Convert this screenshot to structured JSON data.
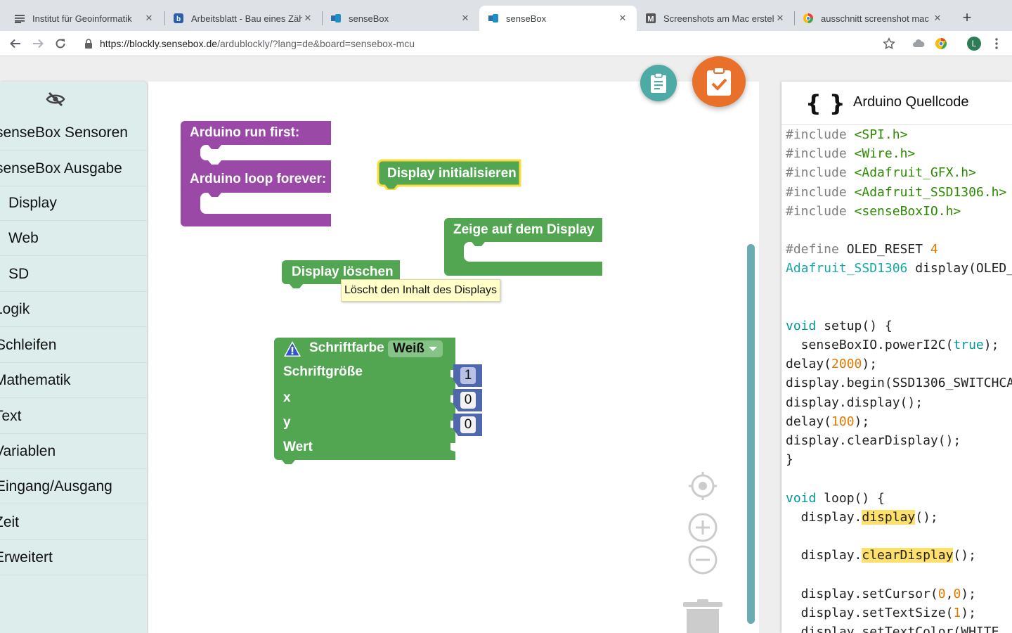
{
  "browser": {
    "tabs": [
      {
        "title": "Institut für Geoinformatik",
        "icon": "list-icon"
      },
      {
        "title": "Arbeitsblatt - Bau eines Zäh",
        "icon": "document-icon"
      },
      {
        "title": "senseBox",
        "icon": "sensebox-icon"
      },
      {
        "title": "senseBox",
        "icon": "sensebox-icon",
        "active": true
      },
      {
        "title": "Screenshots am Mac erstelle",
        "icon": "m-icon"
      },
      {
        "title": "ausschnitt screenshot mac -",
        "icon": "google-icon"
      }
    ],
    "tab_close": "✕",
    "new_tab": "+",
    "url_host": "https://blockly.sensebox.de",
    "url_path": "/ardublockly/?lang=de&board=sensebox-mcu",
    "profile_initial": "L"
  },
  "toolbox": {
    "categories": [
      "senseBox Sensoren",
      "senseBox Ausgabe",
      "Display",
      "Web",
      "SD",
      "Logik",
      "Schleifen",
      "Mathematik",
      "Text",
      "Variablen",
      "Eingang/Ausgang",
      "Zeit",
      "Erweitert"
    ]
  },
  "blocks": {
    "arduino_setup": "Arduino run first:",
    "arduino_loop": "Arduino loop forever:",
    "display_init": "Display initialisieren",
    "display_show": "Zeige auf dem Display",
    "display_clear": "Display löschen",
    "tooltip": "Löscht den Inhalt des Displays",
    "text_block": {
      "color_label": "Schriftfarbe",
      "color_value": "Weiß",
      "size_label": "Schriftgröße",
      "size_value": "1",
      "x_label": "x",
      "x_value": "0",
      "y_label": "y",
      "y_value": "0",
      "value_label": "Wert"
    }
  },
  "code_panel": {
    "title": "Arduino Quellcode",
    "braces": "{ }"
  },
  "colors": {
    "block_purple": "#9a4aa6",
    "block_green": "#52a652",
    "block_blue": "#4f68ad",
    "highlight": "#fddb3a",
    "accent_teal": "#4eaaa4",
    "accent_orange": "#e8702a"
  }
}
